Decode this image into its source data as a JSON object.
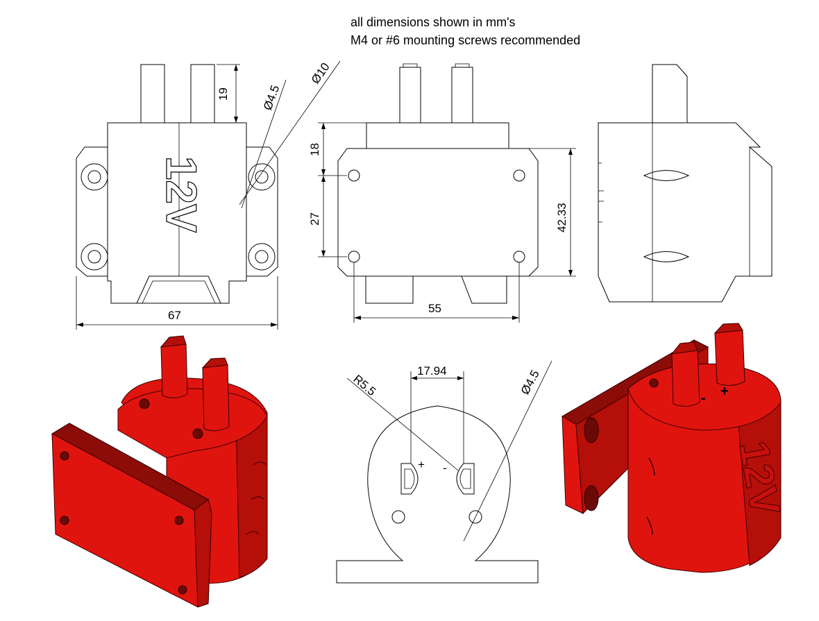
{
  "notes": {
    "line1": "all dimensions shown in mm's",
    "line2": "M4 or #6 mounting screws recommended"
  },
  "front_view": {
    "label_12v": "12V",
    "dim_height": "19",
    "dim_hole": "Ø4.5",
    "dim_boss": "Ø10",
    "dim_width": "67"
  },
  "back_view": {
    "dim_top": "18",
    "dim_vertical": "27",
    "dim_overall": "42.33",
    "dim_width": "55"
  },
  "bottom_view": {
    "dim_spacing": "17.94",
    "dim_radius": "R5.5",
    "dim_hole": "Ø4.5",
    "plus": "+",
    "minus": "-"
  },
  "render_right": {
    "label_12v": "12V",
    "plus": "+",
    "minus": "-"
  },
  "colors": {
    "part_red": "#e0140f",
    "line": "#000000"
  }
}
